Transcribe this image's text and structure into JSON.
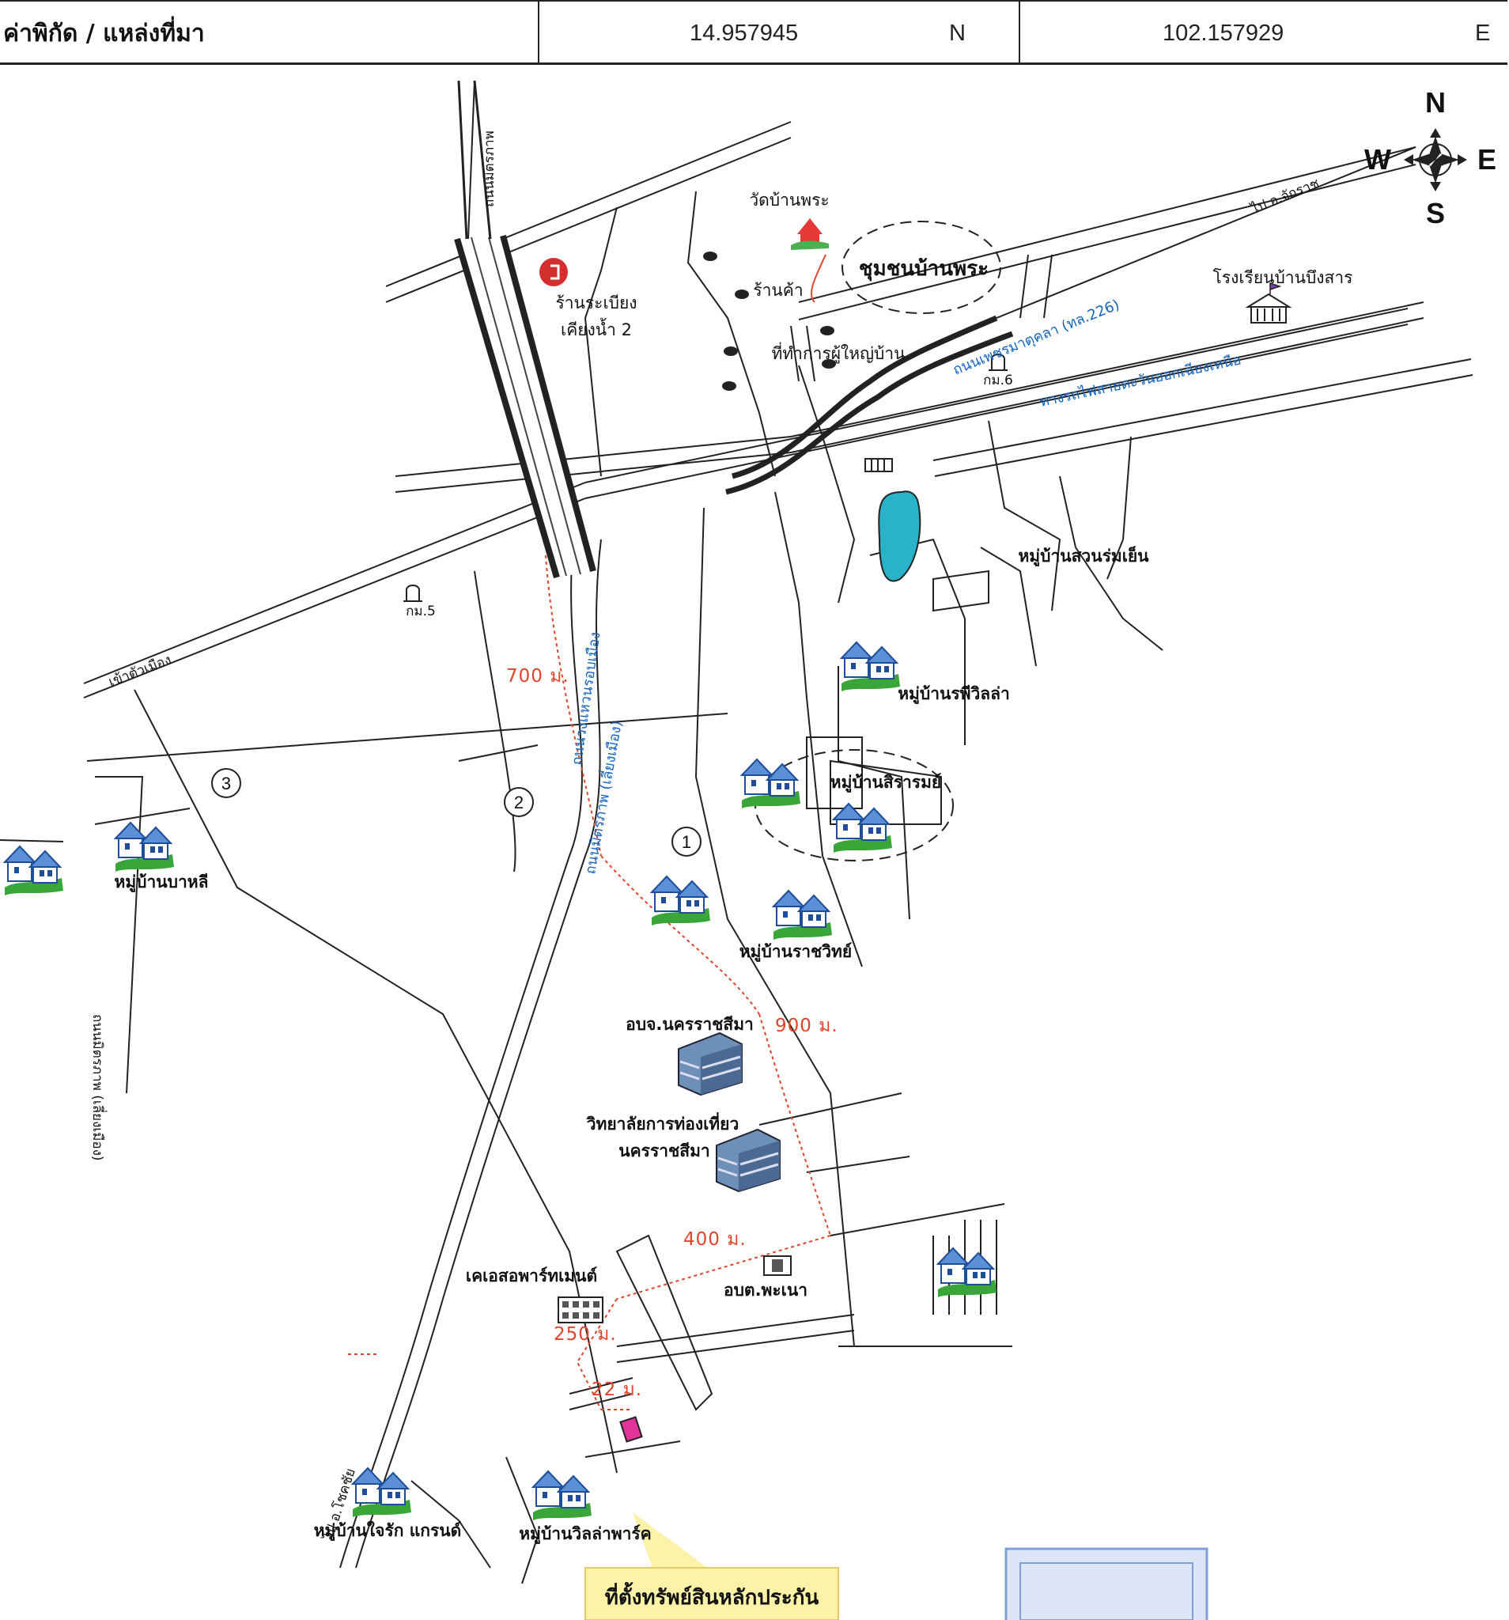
{
  "header": {
    "label": "ค่าพิกัด / แหล่งที่มา",
    "lat": "14.957945",
    "lat_dir": "N",
    "lon": "102.157929",
    "lon_dir": "E"
  },
  "compass": {
    "n": "N",
    "s": "S",
    "e": "E",
    "w": "W"
  },
  "labels": {
    "wat": "วัดบ้านพระ",
    "community": "ชุมชนบ้านพระ",
    "shop": "ร้านค้า",
    "restaurant_1": "ร้านระเบียง",
    "restaurant_2": "เคียงน้ำ 2",
    "headman": "ที่ทำการผู้ใหญ่บ้าน",
    "school": "โรงเรียนบ้านบึงสาร",
    "suan": "หมู่บ้านสวนร่มเย็น",
    "villa": "หมู่บ้านรพีวิลล่า",
    "sirarom": "หมู่บ้านสิรารมย์",
    "bali": "หมู่บ้านบาหลี",
    "ratchawit": "หมู่บ้านราชวิทย์",
    "pao": "อบจ.นครราชสีมา",
    "college_1": "วิทยาลัยการท่องเที่ยว",
    "college_2": "นครราชสีมา",
    "apartment": "เคเอสอพาร์ทเมนต์",
    "tambon": "อบต.พะเนา",
    "jairak": "หมู่บ้านใจรัก แกรนด์",
    "villapark": "หมู่บ้านวิลล่าพาร์ค",
    "target": "ที่ตั้งทรัพย์สินหลักประกัน"
  },
  "roads": {
    "to_chakkarat": "ไป อ.จักราช",
    "mittraphap_rd": "ถนนมิตรภาพ",
    "to_city": "เข้าตัวเมือง",
    "hwy226": "ถนนเพชรมาตุคลา (ทล.226)",
    "railway": "ทางรถไฟสายตะวันออกเฉียงเหนือ",
    "to_chokchai": "ไป อ.โชคชัย",
    "ring_road": "ถนนวงแหวนรอบเมือง",
    "west_road": "ถนนมิตรภาพ (เลี่ยงเมือง)",
    "km6": "กม.6",
    "km5": "กม.5"
  },
  "distances": {
    "d700": "700 ม.",
    "d900": "900 ม.",
    "d400": "400 ม.",
    "d250": "250 ม.",
    "d22": "22 ม."
  },
  "markers": {
    "m1": "1",
    "m2": "2",
    "m3": "3"
  },
  "colors": {
    "route": "#e0452b",
    "road_label": "#1565c0",
    "pond": "#2ab3c8",
    "target": "#e0349a",
    "callout": "#fdf3a8"
  }
}
